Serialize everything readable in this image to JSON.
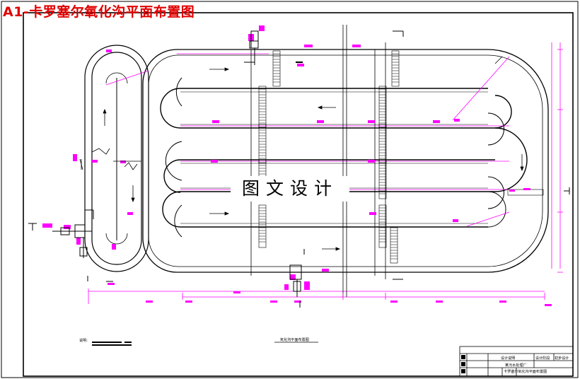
{
  "title": "A1-卡罗塞尔氧化沟平面布置图",
  "watermark": "图文设计",
  "notes_label": "说明:",
  "drawing_caption": "氧化沟平面布置图",
  "title_block": {
    "col1": "设计阶段",
    "col2": "初步设计",
    "designer": "设计说明",
    "project": "某污水处理厂",
    "drawing_name": "卡罗塞尔氧化沟平面布置图"
  },
  "colors": {
    "line": "#000000",
    "dimension": "#ff00ff",
    "title": "#e00000",
    "center_line": "#ff00ff"
  }
}
